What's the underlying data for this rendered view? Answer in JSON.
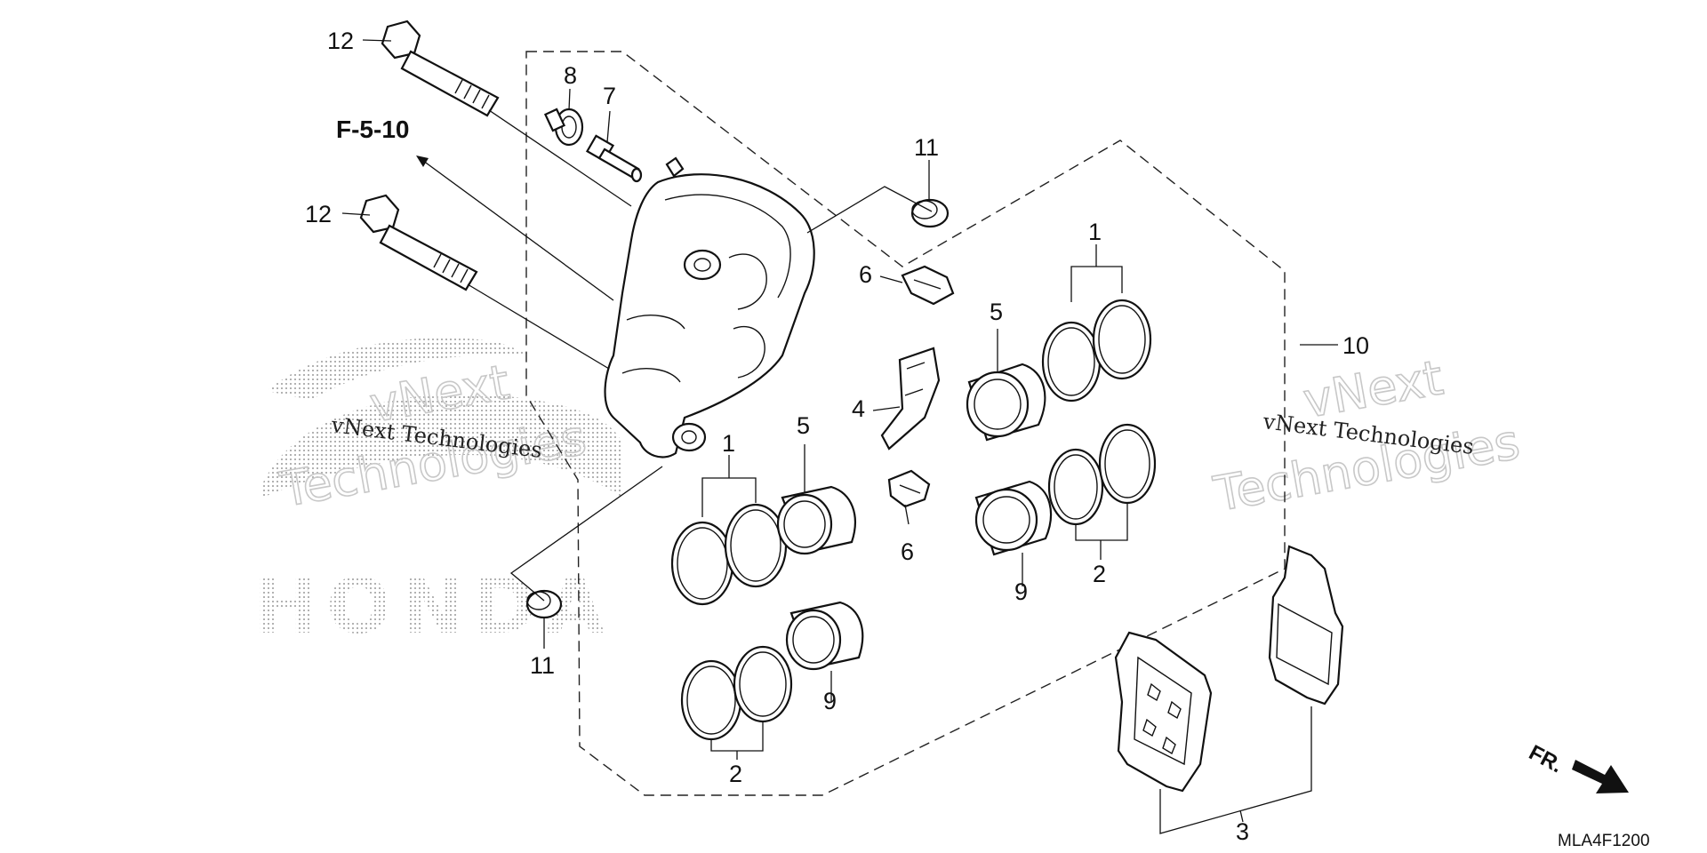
{
  "diagram": {
    "callouts": [
      {
        "key": "c1a",
        "label": "12"
      },
      {
        "key": "c1b",
        "label": "12"
      },
      {
        "key": "c2",
        "label": "8"
      },
      {
        "key": "c3",
        "label": "7"
      },
      {
        "key": "c4a",
        "label": "11"
      },
      {
        "key": "c4b",
        "label": "11"
      },
      {
        "key": "c5a",
        "label": "1"
      },
      {
        "key": "c5b",
        "label": "1"
      },
      {
        "key": "c6a",
        "label": "5"
      },
      {
        "key": "c6b",
        "label": "5"
      },
      {
        "key": "c7a",
        "label": "6"
      },
      {
        "key": "c7b",
        "label": "6"
      },
      {
        "key": "c8",
        "label": "4"
      },
      {
        "key": "c9",
        "label": "10"
      },
      {
        "key": "c10a",
        "label": "9"
      },
      {
        "key": "c10b",
        "label": "9"
      },
      {
        "key": "c11a",
        "label": "2"
      },
      {
        "key": "c11b",
        "label": "2"
      },
      {
        "key": "c12",
        "label": "3"
      }
    ],
    "reference": "F-5-10",
    "direction": "FR.",
    "figure_code": "MLA4F1200",
    "watermark": {
      "company": "vNext Technologies",
      "brand_line1": "vNext",
      "brand_line2": "Technologies",
      "logo": "HONDA"
    }
  }
}
